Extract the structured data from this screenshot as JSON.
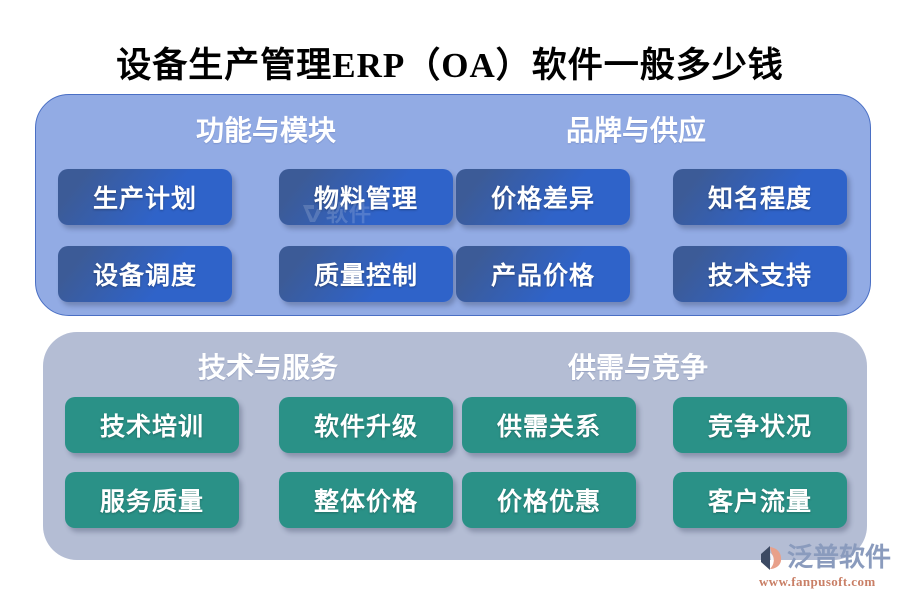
{
  "page": {
    "title": "设备生产管理ERP（OA）软件一般多少钱",
    "background_color": "#ffffff"
  },
  "colors": {
    "panel_top_bg": "#92abe4",
    "panel_top_border": "#4a6fc4",
    "panel_bottom_bg": "#b4bdd4",
    "chip_blue_dark": "#3c5b97",
    "chip_blue_light": "#2f63c9",
    "chip_green": "#2a9187",
    "title_text": "#000000",
    "group_title_text": "#ffffff",
    "logo_word": "#8a9bbd",
    "logo_url": "#c97f66",
    "logo_mark_navy": "#3c4a63",
    "logo_mark_orange": "#e8a08a"
  },
  "panels": [
    {
      "id": "panel-top",
      "groups": [
        {
          "id": "group-function-module",
          "title": "功能与模块",
          "chips": [
            {
              "label": "生产计划",
              "style": "blue"
            },
            {
              "label": "物料管理",
              "style": "blue"
            },
            {
              "label": "设备调度",
              "style": "blue"
            },
            {
              "label": "质量控制",
              "style": "blue"
            }
          ]
        },
        {
          "id": "group-brand-supply",
          "title": "品牌与供应",
          "chips": [
            {
              "label": "价格差异",
              "style": "blue"
            },
            {
              "label": "知名程度",
              "style": "blue"
            },
            {
              "label": "产品价格",
              "style": "blue"
            },
            {
              "label": "技术支持",
              "style": "blue"
            }
          ]
        }
      ]
    },
    {
      "id": "panel-bottom",
      "groups": [
        {
          "id": "group-tech-service",
          "title": "技术与服务",
          "chips": [
            {
              "label": "技术培训",
              "style": "green"
            },
            {
              "label": "软件升级",
              "style": "green"
            },
            {
              "label": "服务质量",
              "style": "green"
            },
            {
              "label": "整体价格",
              "style": "green"
            }
          ]
        },
        {
          "id": "group-supply-demand-competition",
          "title": "供需与竞争",
          "chips": [
            {
              "label": "供需关系",
              "style": "green"
            },
            {
              "label": "竞争状况",
              "style": "green"
            },
            {
              "label": "价格优惠",
              "style": "green"
            },
            {
              "label": "客户流量",
              "style": "green"
            }
          ]
        }
      ]
    }
  ],
  "watermark": {
    "text": "软件"
  },
  "logo": {
    "mark_name": "fanpu-logo-mark",
    "word": "泛普软件",
    "url": "www.fanpusoft.com"
  }
}
